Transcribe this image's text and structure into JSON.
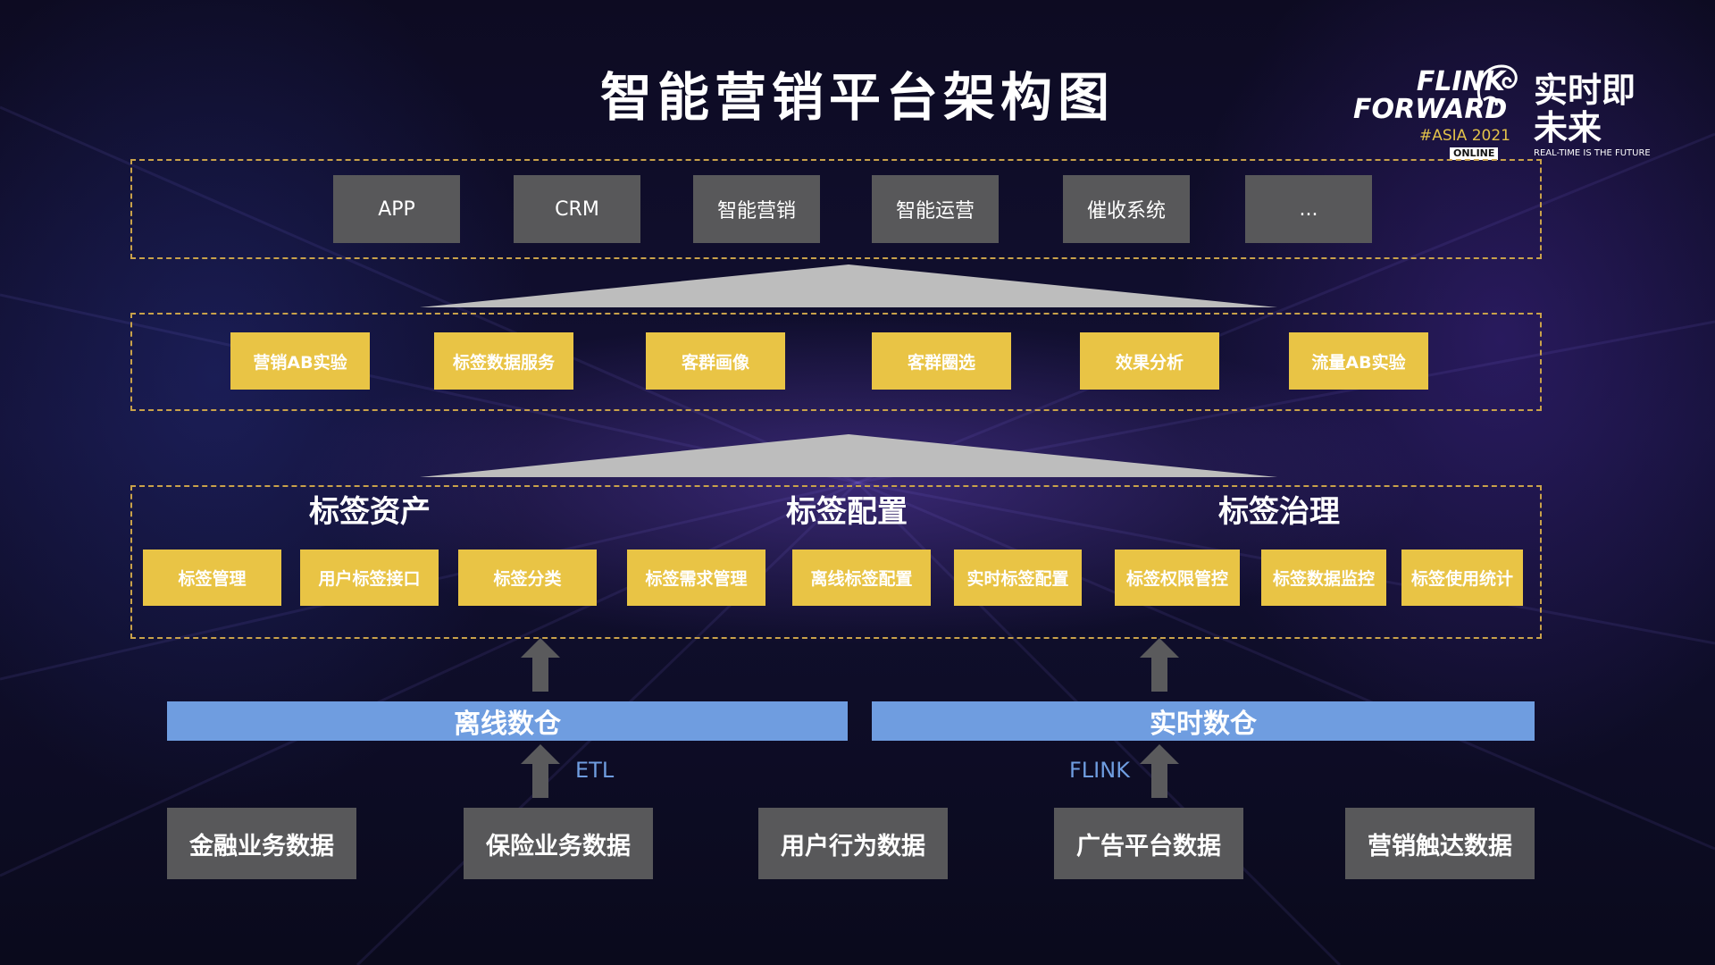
{
  "title": "智能营销平台架构图",
  "logo": {
    "line1": "FLINK",
    "line2": "FORWARD",
    "tag": "#ASIA 2021",
    "online": "ONLINE",
    "cn": "实时即未来",
    "sub": "REAL-TIME IS THE FUTURE"
  },
  "applications": [
    "APP",
    "CRM",
    "智能营销",
    "智能运营",
    "催收系统",
    "..."
  ],
  "services": [
    "营销AB实验",
    "标签数据服务",
    "客群画像",
    "客群圈选",
    "效果分析",
    "流量AB实验"
  ],
  "groups": {
    "assets": {
      "title": "标签资产",
      "items": [
        "标签管理",
        "用户标签接口",
        "标签分类"
      ]
    },
    "config": {
      "title": "标签配置",
      "items": [
        "标签需求管理",
        "离线标签配置",
        "实时标签配置"
      ]
    },
    "governance": {
      "title": "标签治理",
      "items": [
        "标签权限管控",
        "标签数据监控",
        "标签使用统计"
      ]
    }
  },
  "warehouses": {
    "offline": "离线数仓",
    "realtime": "实时数仓"
  },
  "arrow_labels": {
    "etl": "ETL",
    "flink": "FLINK"
  },
  "sources": [
    "金融业务数据",
    "保险业务数据",
    "用户行为数据",
    "广告平台数据",
    "营销触达数据"
  ],
  "colors": {
    "tier_border": "#c9a24a",
    "gray_box": "#58585a",
    "yellow_box": "#e9c445",
    "warehouse": "#6f9de0",
    "funnel": "#bdbdbd",
    "arrow": "#5a5a5c"
  }
}
